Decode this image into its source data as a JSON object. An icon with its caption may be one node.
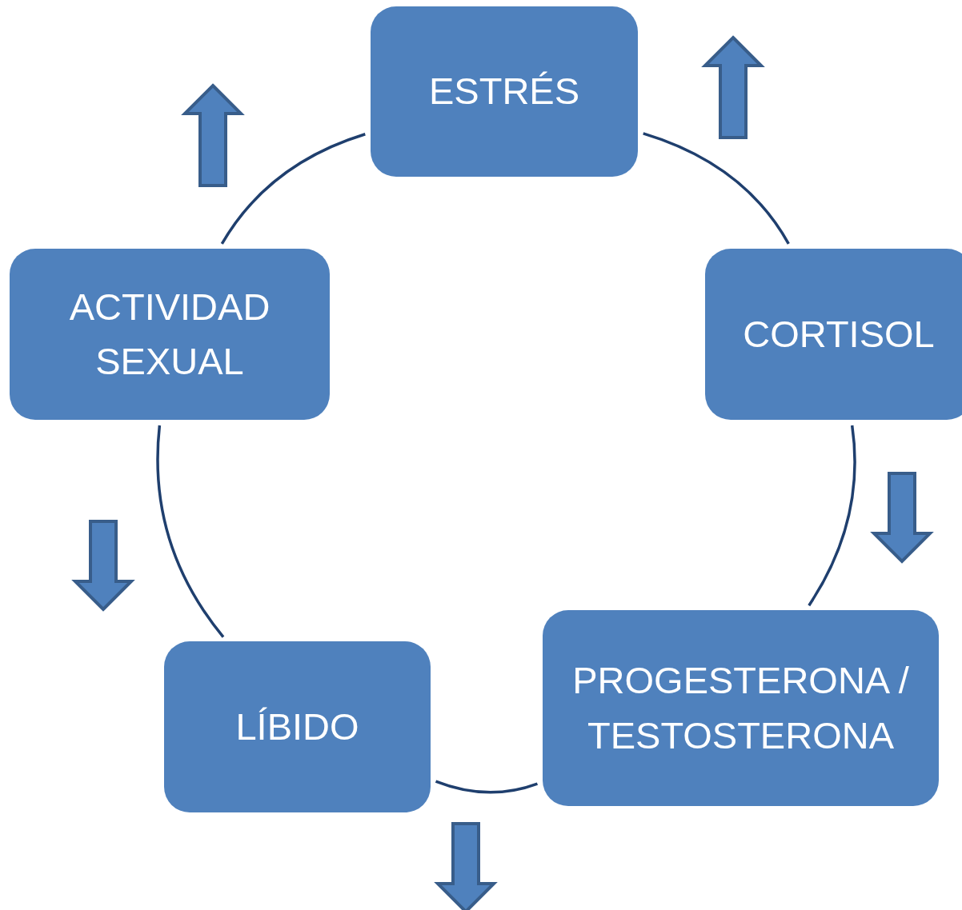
{
  "diagram": {
    "nodes": [
      {
        "text": [
          "ESTRÉS"
        ]
      },
      {
        "text": [
          "CORTISOL"
        ]
      },
      {
        "text": [
          "PROGESTERONA / TESTOSTERONA"
        ]
      },
      {
        "text": [
          "LÍBIDO"
        ]
      },
      {
        "text": [
          "ACTIVIDAD SEXUAL"
        ]
      }
    ],
    "edges": [
      {
        "from": 0,
        "to": 1,
        "arrow": "none"
      },
      {
        "from": 1,
        "to": 2,
        "arrow": "none"
      },
      {
        "from": 2,
        "to": 3,
        "arrow": "none"
      },
      {
        "from": 3,
        "to": 4,
        "arrow": "none"
      },
      {
        "from": 4,
        "to": 0,
        "arrow": "none"
      }
    ]
  }
}
